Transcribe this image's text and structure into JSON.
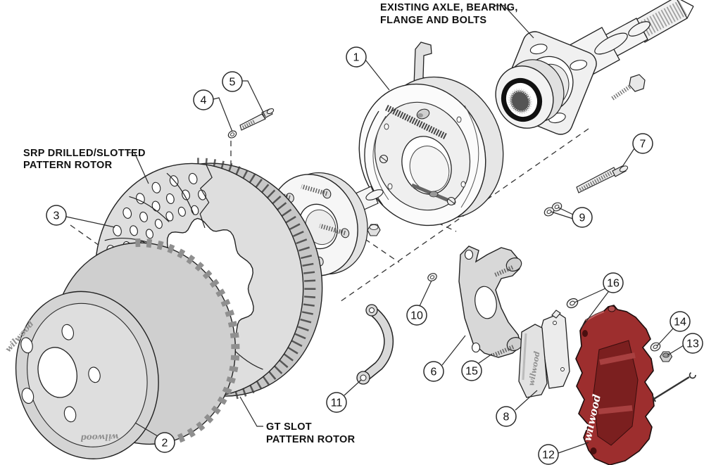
{
  "labels": {
    "axle_line1": "EXISTING AXLE, BEARING,",
    "axle_line2": "FLANGE AND BOLTS",
    "srp_line1": "SRP DRILLED/SLOTTED",
    "srp_line2": "PATTERN ROTOR",
    "gt_line1": "GT SLOT",
    "gt_line2": "PATTERN ROTOR"
  },
  "brand": {
    "script": "wilwood"
  },
  "callout_numbers": [
    "1",
    "2",
    "3",
    "4",
    "5",
    "6",
    "7",
    "8",
    "9",
    "10",
    "11",
    "12",
    "13",
    "14",
    "15",
    "16"
  ],
  "colors": {
    "line": "#222222",
    "rotor_gray": "#dedede",
    "rotor_back_gray": "#c7c7c7",
    "hat_gray": "#d4d4d4",
    "bracket_gray": "#d8d8d8",
    "caliper_red": "#9d2e2e",
    "caliper_red_dark": "#7b1f1f",
    "background": "#ffffff"
  }
}
